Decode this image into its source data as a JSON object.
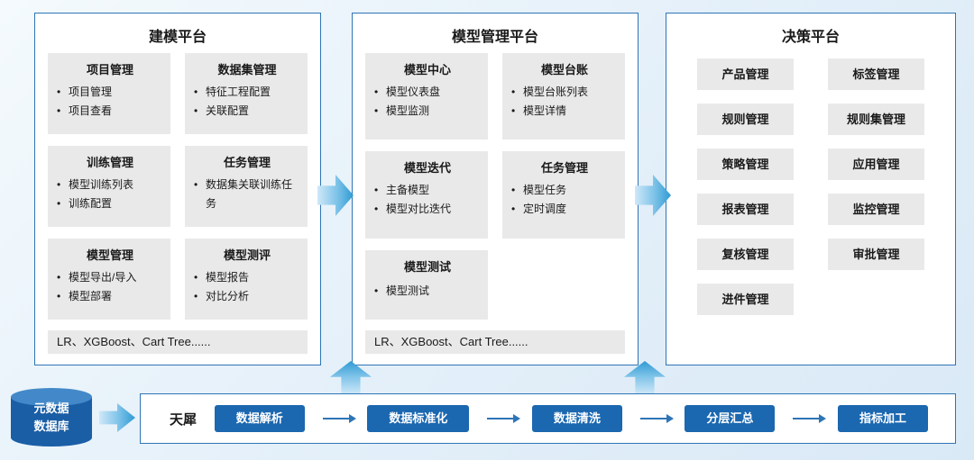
{
  "colors": {
    "panel_border": "#2e75b6",
    "group_bg": "#e9e9e9",
    "arrow_light": "#cfe8f8",
    "arrow_dark": "#2f9ad4",
    "step_bg": "#1b67b0",
    "cylinder_body": "#1a5ea6",
    "cylinder_top": "#4389c9",
    "background": "#e3eff9"
  },
  "panels": [
    {
      "title": "建模平台",
      "groups": [
        {
          "title": "项目管理",
          "items": [
            "项目管理",
            "项目查看"
          ]
        },
        {
          "title": "数据集管理",
          "items": [
            "特征工程配置",
            "关联配置"
          ]
        },
        {
          "title": "训练管理",
          "items": [
            "模型训练列表",
            "训练配置"
          ]
        },
        {
          "title": "任务管理",
          "items": [
            "数据集关联训练任务"
          ]
        },
        {
          "title": "模型管理",
          "items": [
            "模型导出/导入",
            "模型部署"
          ]
        },
        {
          "title": "模型测评",
          "items": [
            "模型报告",
            "对比分析"
          ]
        }
      ],
      "footer": "LR、XGBoost、Cart Tree......"
    },
    {
      "title": "模型管理平台",
      "groups": [
        {
          "title": "模型中心",
          "items": [
            "模型仪表盘",
            "模型监测"
          ]
        },
        {
          "title": "模型台账",
          "items": [
            "模型台账列表",
            "模型详情"
          ]
        },
        {
          "title": "模型迭代",
          "items": [
            "主备模型",
            "模型对比迭代"
          ]
        },
        {
          "title": "任务管理",
          "items": [
            "模型任务",
            "定时调度"
          ]
        },
        {
          "title": "模型测试",
          "items": [
            "模型测试"
          ]
        }
      ],
      "footer": "LR、XGBoost、Cart Tree......"
    },
    {
      "title": "决策平台",
      "cells": [
        "产品管理",
        "标签管理",
        "规则管理",
        "规则集管理",
        "策略管理",
        "应用管理",
        "报表管理",
        "监控管理",
        "复核管理",
        "审批管理",
        "进件管理"
      ]
    }
  ],
  "pipeline": {
    "database": {
      "line1": "元数据",
      "line2": "数据库"
    },
    "engine": "天犀",
    "steps": [
      "数据解析",
      "数据标准化",
      "数据清洗",
      "分层汇总",
      "指标加工"
    ]
  }
}
